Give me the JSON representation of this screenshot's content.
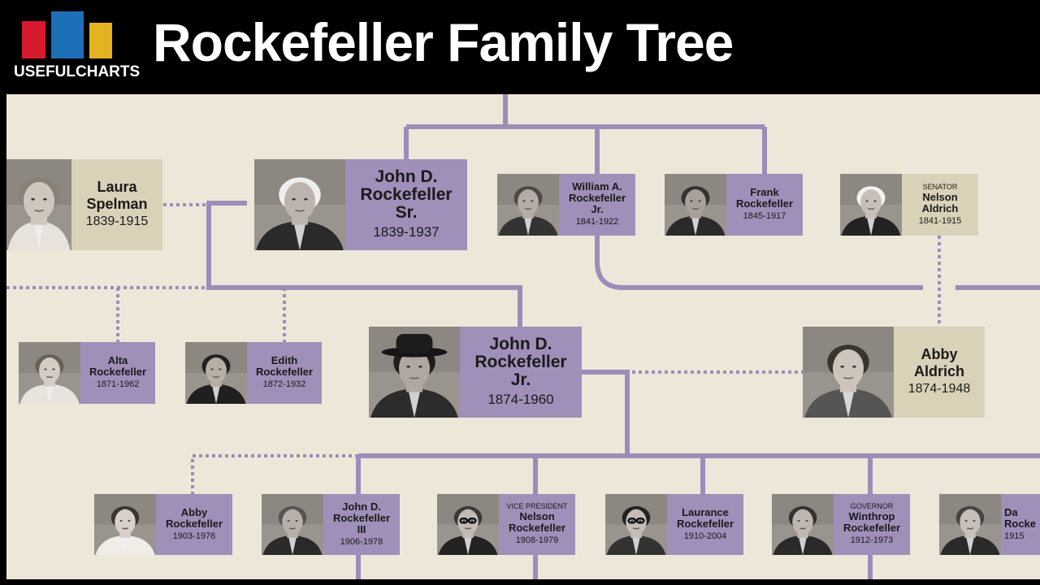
{
  "header": {
    "title": "Rockefeller Family Tree",
    "logo_text": "USEFULCHARTS",
    "logo_colors": [
      "#d7192d",
      "#1d6fb8",
      "#e5b321"
    ]
  },
  "colors": {
    "line": "#9c8db8",
    "card_purple": "#a08fb9",
    "card_tan": "#d9d1b8",
    "background": "#ede7d9"
  },
  "people": {
    "laura": {
      "name_line1": "Laura",
      "name_line2": "Spelman",
      "years": "1839-1915"
    },
    "jdr_sr": {
      "name_line1": "John D.",
      "name_line2": "Rockefeller",
      "name_line3": "Sr.",
      "years": "1839-1937"
    },
    "william": {
      "name_line1": "William A.",
      "name_line2": "Rockefeller",
      "name_line3": "Jr.",
      "years": "1841-1922"
    },
    "frank": {
      "name_line1": "Frank",
      "name_line2": "Rockefeller",
      "years": "1845-1917"
    },
    "nelson_aldrich": {
      "role": "Senator",
      "name_line1": "Nelson",
      "name_line2": "Aldrich",
      "years": "1841-1915"
    },
    "alta": {
      "name_line1": "Alta",
      "name_line2": "Rockefeller",
      "years": "1871-1962"
    },
    "edith": {
      "name_line1": "Edith",
      "name_line2": "Rockefeller",
      "years": "1872-1932"
    },
    "jdr_jr": {
      "name_line1": "John D.",
      "name_line2": "Rockefeller",
      "name_line3": "Jr.",
      "years": "1874-1960"
    },
    "abby_aldrich": {
      "name_line1": "Abby",
      "name_line2": "Aldrich",
      "years": "1874-1948"
    },
    "abby_r": {
      "name_line1": "Abby",
      "name_line2": "Rockefeller",
      "years": "1903-1976"
    },
    "jdr_iii": {
      "name_line1": "John D.",
      "name_line2": "Rockefeller",
      "name_line3": "III",
      "years": "1906-1978"
    },
    "nelson_r": {
      "role": "Vice President",
      "name_line1": "Nelson",
      "name_line2": "Rockefeller",
      "years": "1908-1979"
    },
    "laurance": {
      "name_line1": "Laurance",
      "name_line2": "Rockefeller",
      "years": "1910-2004"
    },
    "winthrop": {
      "role": "Governor",
      "name_line1": "Winthrop",
      "name_line2": "Rockefeller",
      "years": "1912-1973"
    },
    "david": {
      "name_line1": "Da",
      "name_line2": "Rocke",
      "years": "1915"
    }
  }
}
